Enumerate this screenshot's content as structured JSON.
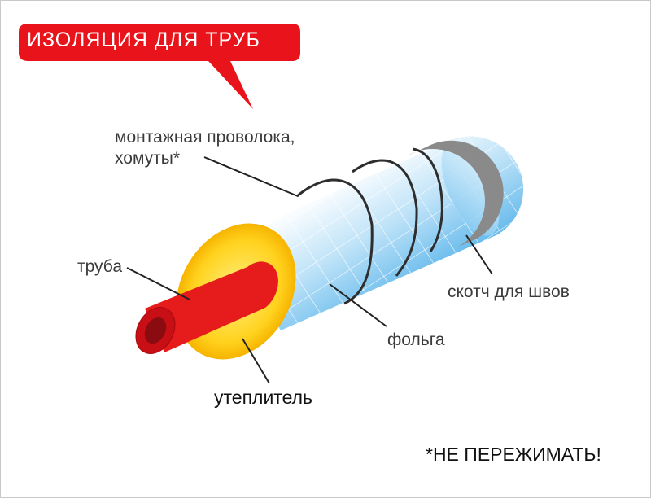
{
  "title": "ИЗОЛЯЦИЯ ДЛЯ ТРУБ",
  "labels": {
    "wire_line1": "монтажная проволока,",
    "wire_line2": "хомуты*",
    "pipe": "труба",
    "tape": "скотч для швов",
    "foil": "фольга",
    "insulation": "утеплитель"
  },
  "footnote": "*НЕ ПЕРЕЖИМАТЬ!",
  "icons": [
    "speech-bubble-icon"
  ],
  "colors": {
    "title_bubble": "#e8131b",
    "pipe": "#e61b1b",
    "insulation": "#ffcf1a",
    "foil": "#8ed0f5",
    "tape": "#b8b8b8",
    "text": "#3a3a3a"
  }
}
